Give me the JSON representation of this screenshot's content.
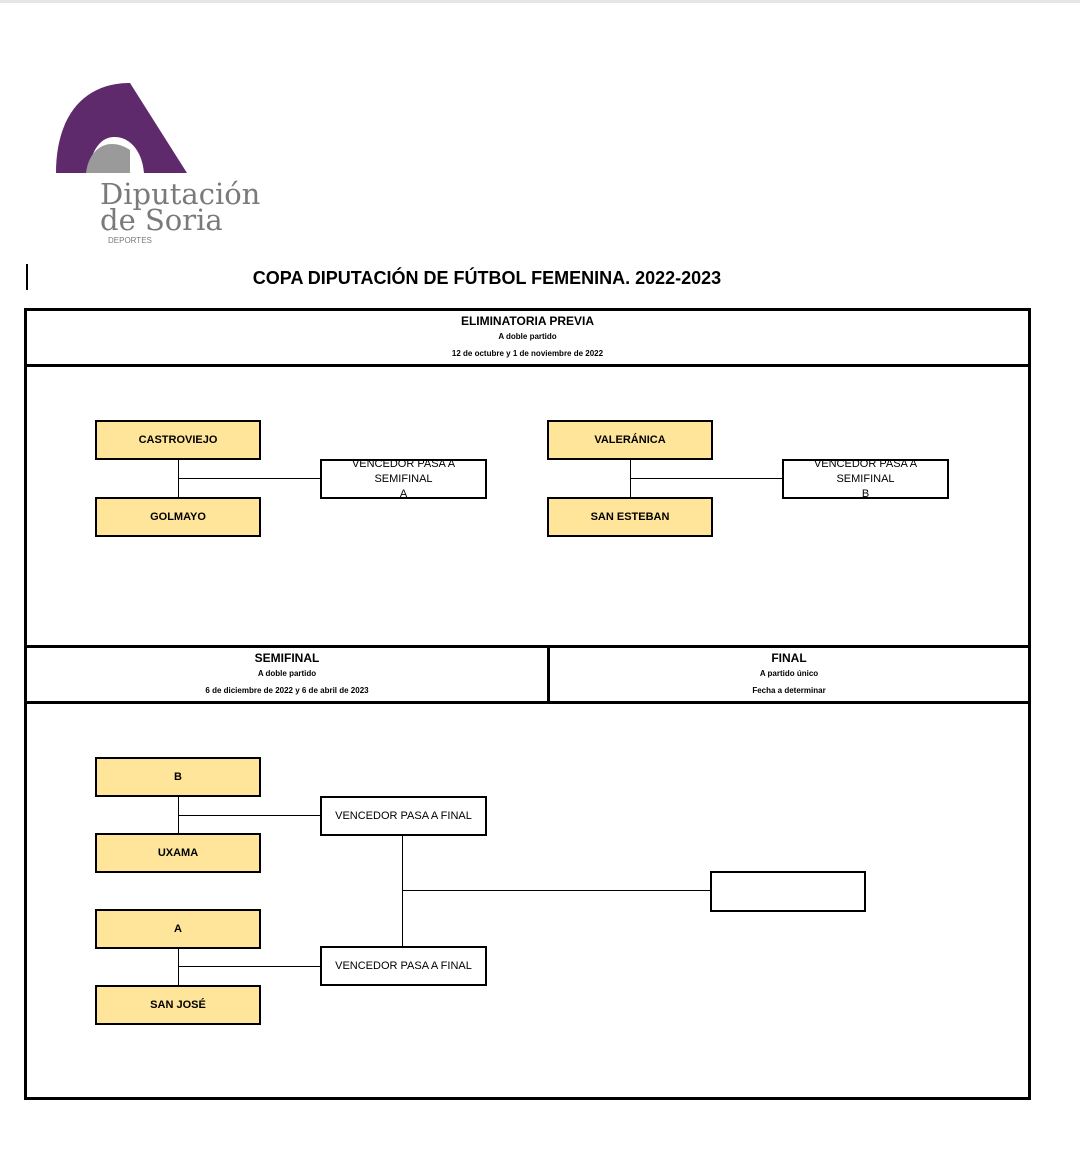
{
  "logo": {
    "line1": "Diputación",
    "line2": "de Soria",
    "sub": "DEPORTES",
    "colors": {
      "purple": "#5f2a6b",
      "gray": "#9a9a9a"
    }
  },
  "title": "COPA DIPUTACIÓN DE FÚTBOL FEMENINA. 2022-2023",
  "preliminary": {
    "heading": "ELIMINATORIA PREVIA",
    "format": "A doble partido",
    "dates": "12 de octubre y 1 de noviembre de 2022",
    "tie_a": {
      "home": "CASTROVIEJO",
      "away": "GOLMAYO",
      "winner_line1": "VENCEDOR PASA A SEMIFINAL",
      "winner_line2": "A"
    },
    "tie_b": {
      "home": "VALERÁNICA",
      "away": "SAN ESTEBAN",
      "winner_line1": "VENCEDOR PASA A SEMIFINAL",
      "winner_line2": "B"
    }
  },
  "semifinal": {
    "heading": "SEMIFINAL",
    "format": "A doble partido",
    "dates": "6 de diciembre de 2022  y 6 de abril de 2023",
    "tie_1": {
      "home": "B",
      "away": "UXAMA",
      "winner": "VENCEDOR PASA A FINAL"
    },
    "tie_2": {
      "home": "A",
      "away": "SAN JOSÉ",
      "winner": "VENCEDOR PASA A FINAL"
    }
  },
  "final": {
    "heading": "FINAL",
    "format": "A partido único",
    "dates": "Fecha a determinar",
    "winner": ""
  },
  "colors": {
    "team_fill": "#ffe599",
    "border": "#000000"
  }
}
